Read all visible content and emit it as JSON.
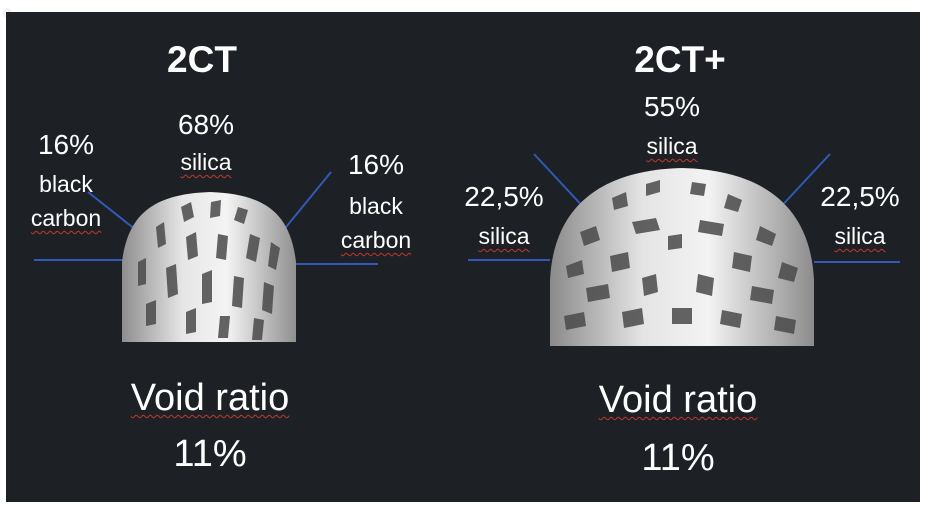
{
  "left": {
    "title": "2CT",
    "center": {
      "percent": "68%",
      "material": "silica"
    },
    "left_shoulder": {
      "percent": "16%",
      "material_line1": "black",
      "material_line2": "carbon"
    },
    "right_shoulder": {
      "percent": "16%",
      "material_line1": "black",
      "material_line2": "carbon"
    },
    "void_label": "Void ratio",
    "void_value": "11%"
  },
  "right": {
    "title": "2CT+",
    "center": {
      "percent": "55%",
      "material": "silica"
    },
    "left_shoulder": {
      "percent": "22,5%",
      "material": "silica"
    },
    "right_shoulder": {
      "percent": "22,5%",
      "material": "silica"
    },
    "void_label": "Void ratio",
    "void_value": "11%"
  },
  "colors": {
    "background": "#1d2125",
    "divider_lines": "#2f5ab8",
    "spellcheck_underline": "#c0392b",
    "tyre_fill": "#d8d8d8"
  }
}
